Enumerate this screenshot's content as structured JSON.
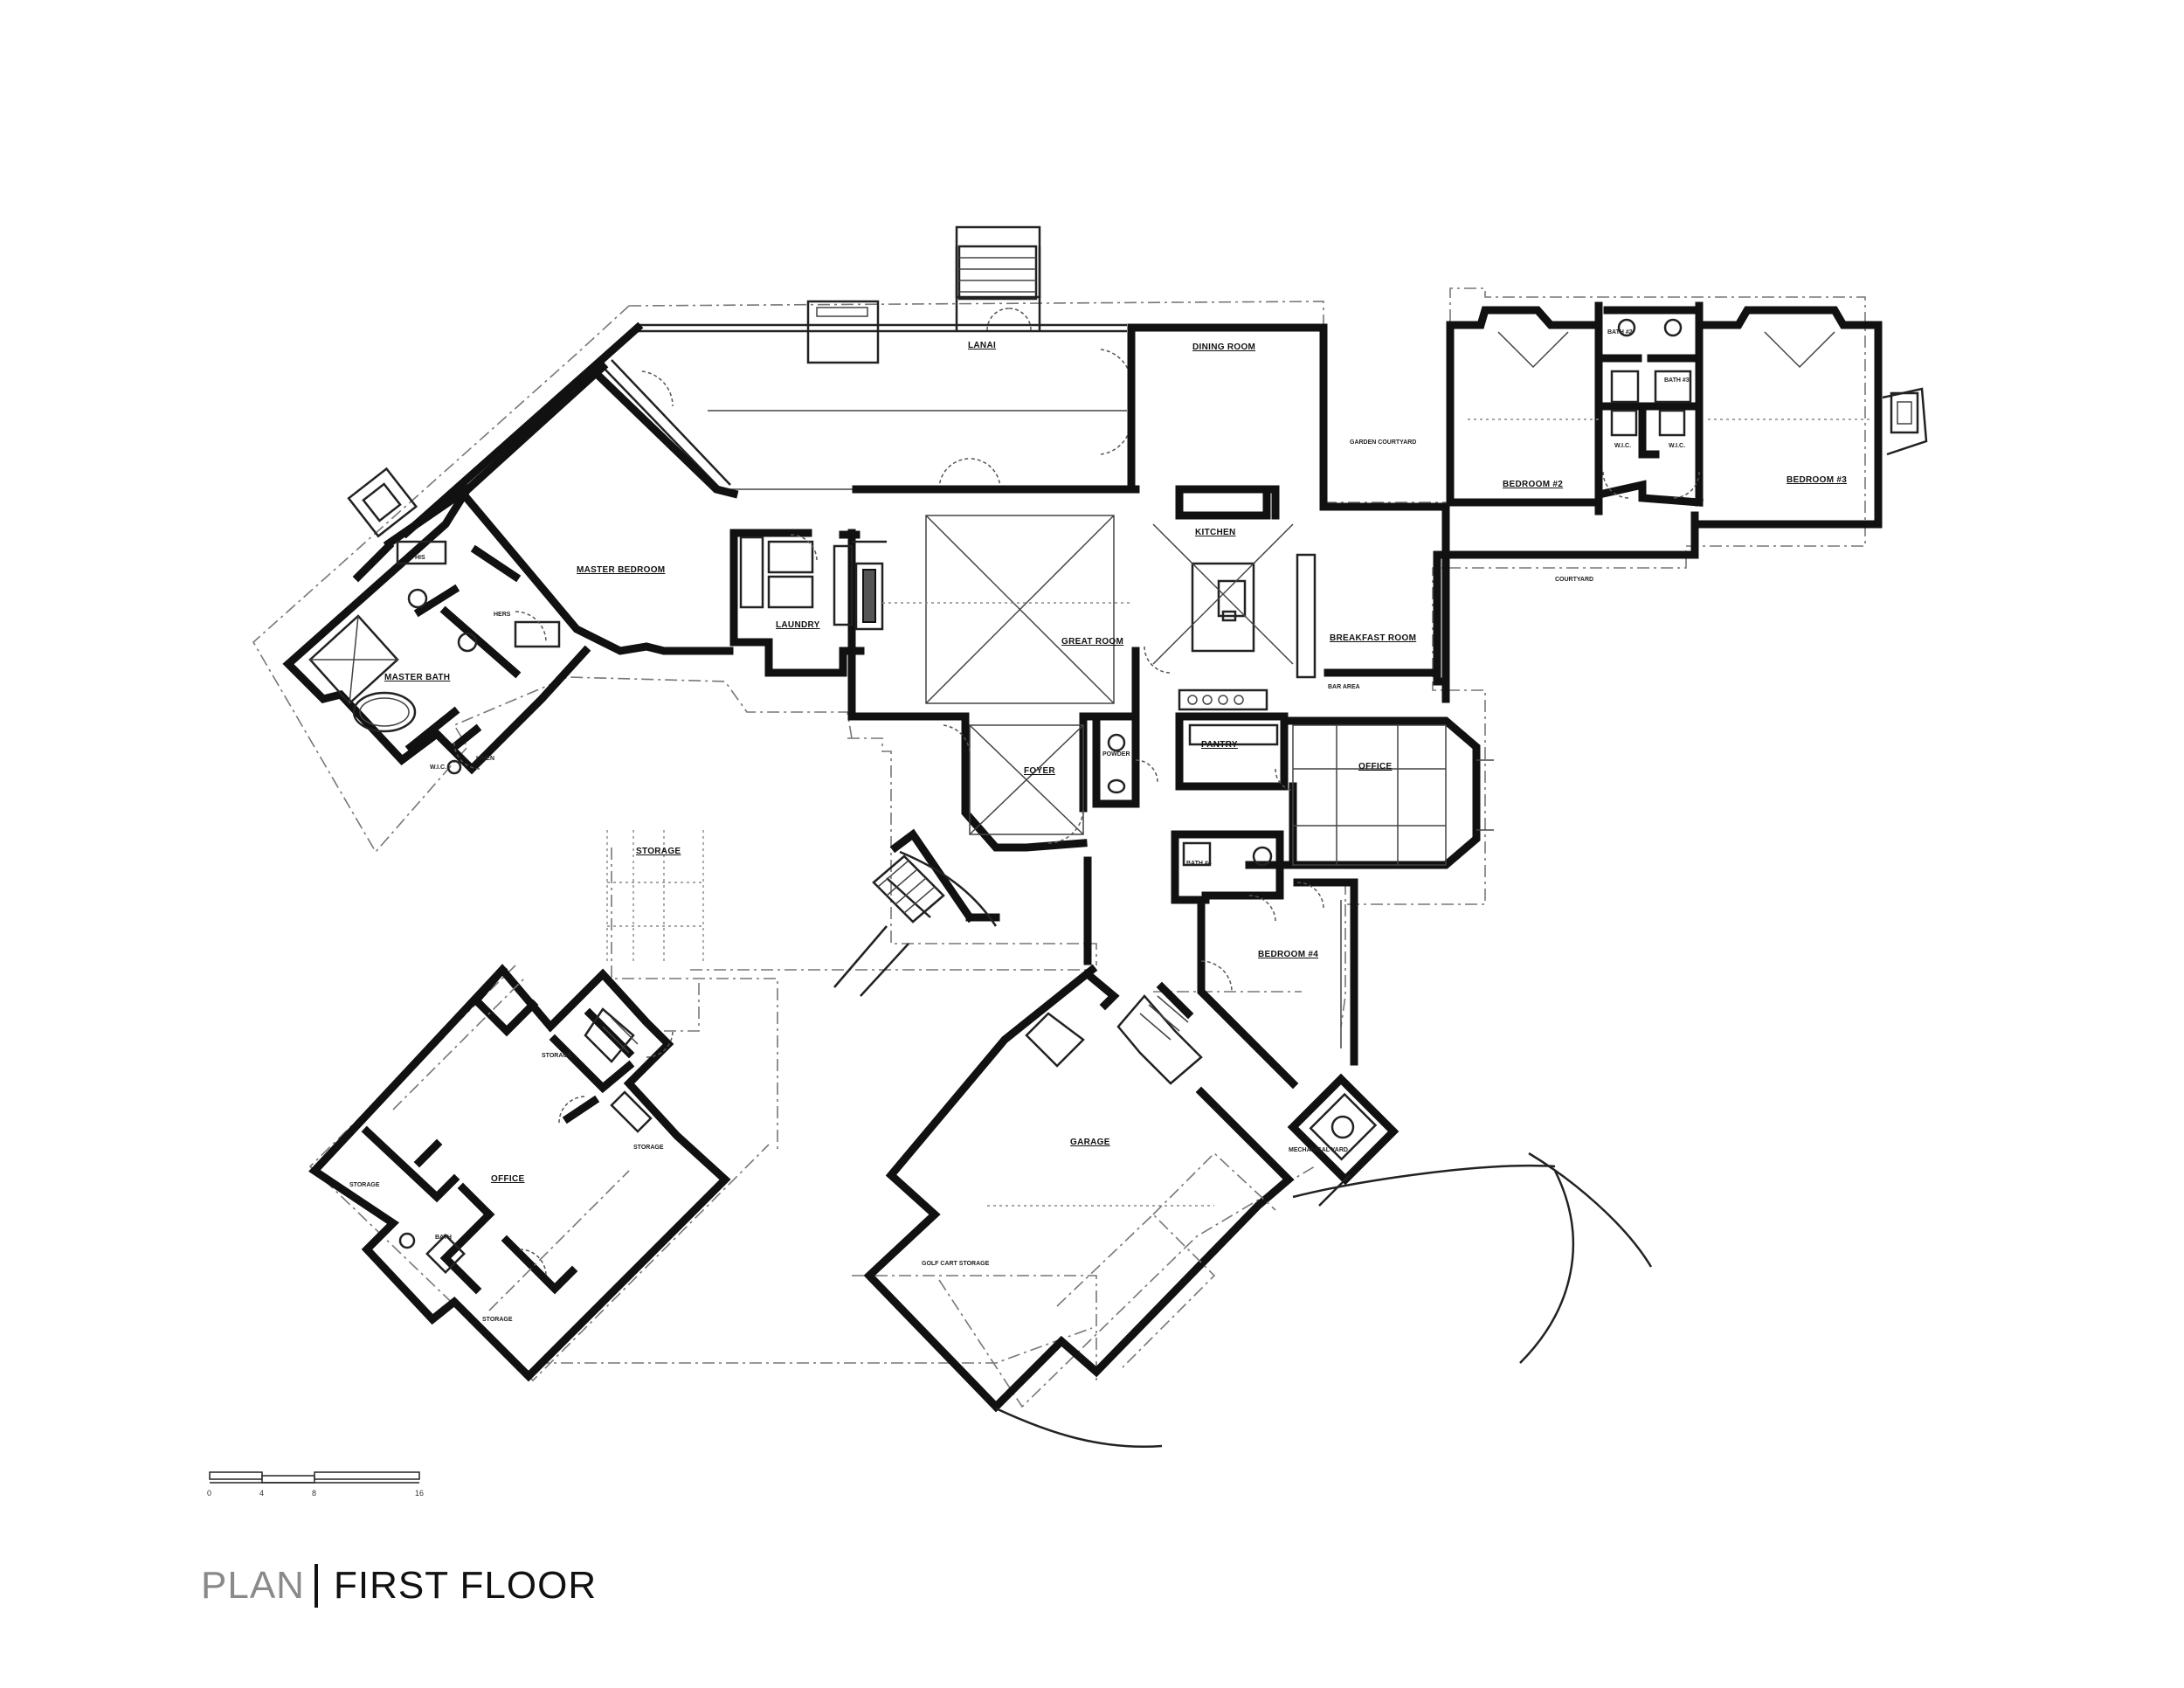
{
  "title": {
    "left": "PLAN",
    "right": "FIRST FLOOR"
  },
  "scale_bar": {
    "ticks": [
      "0",
      "4",
      "8",
      "16"
    ]
  },
  "rooms": {
    "lanai": "LANAI",
    "dining_room": "DINING ROOM",
    "garden_courtyard": "GARDEN COURTYARD",
    "bath_2": "BATH #2",
    "bath_3": "BATH #3",
    "wic_1": "W.I.C.",
    "wic_2": "W.I.C.",
    "bedroom_2": "BEDROOM #2",
    "bedroom_3": "BEDROOM #3",
    "courtyard": "COURTYARD",
    "master_bedroom": "MASTER BEDROOM",
    "his": "HIS",
    "hers": "HERS",
    "master_bath": "MASTER BATH",
    "wic_master": "W.I.C.",
    "linen": "LINEN",
    "laundry": "LAUNDRY",
    "great_room": "GREAT ROOM",
    "kitchen": "KITCHEN",
    "breakfast_room": "BREAKFAST ROOM",
    "bar_area": "BAR AREA",
    "pantry": "PANTRY",
    "office_main": "OFFICE",
    "foyer": "FOYER",
    "powder": "POWDER",
    "bath_4": "BATH #4",
    "bedroom_4": "BEDROOM #4",
    "storage_top": "STORAGE",
    "storage_1": "STORAGE",
    "storage_2": "STORAGE",
    "storage_3": "STORAGE",
    "storage_4": "STORAGE",
    "office_guest": "OFFICE",
    "bath_guest": "BATH",
    "garage": "GARAGE",
    "golf_cart_storage": "GOLF CART STORAGE",
    "mechanical_yard": "MECHANICAL YARD"
  }
}
